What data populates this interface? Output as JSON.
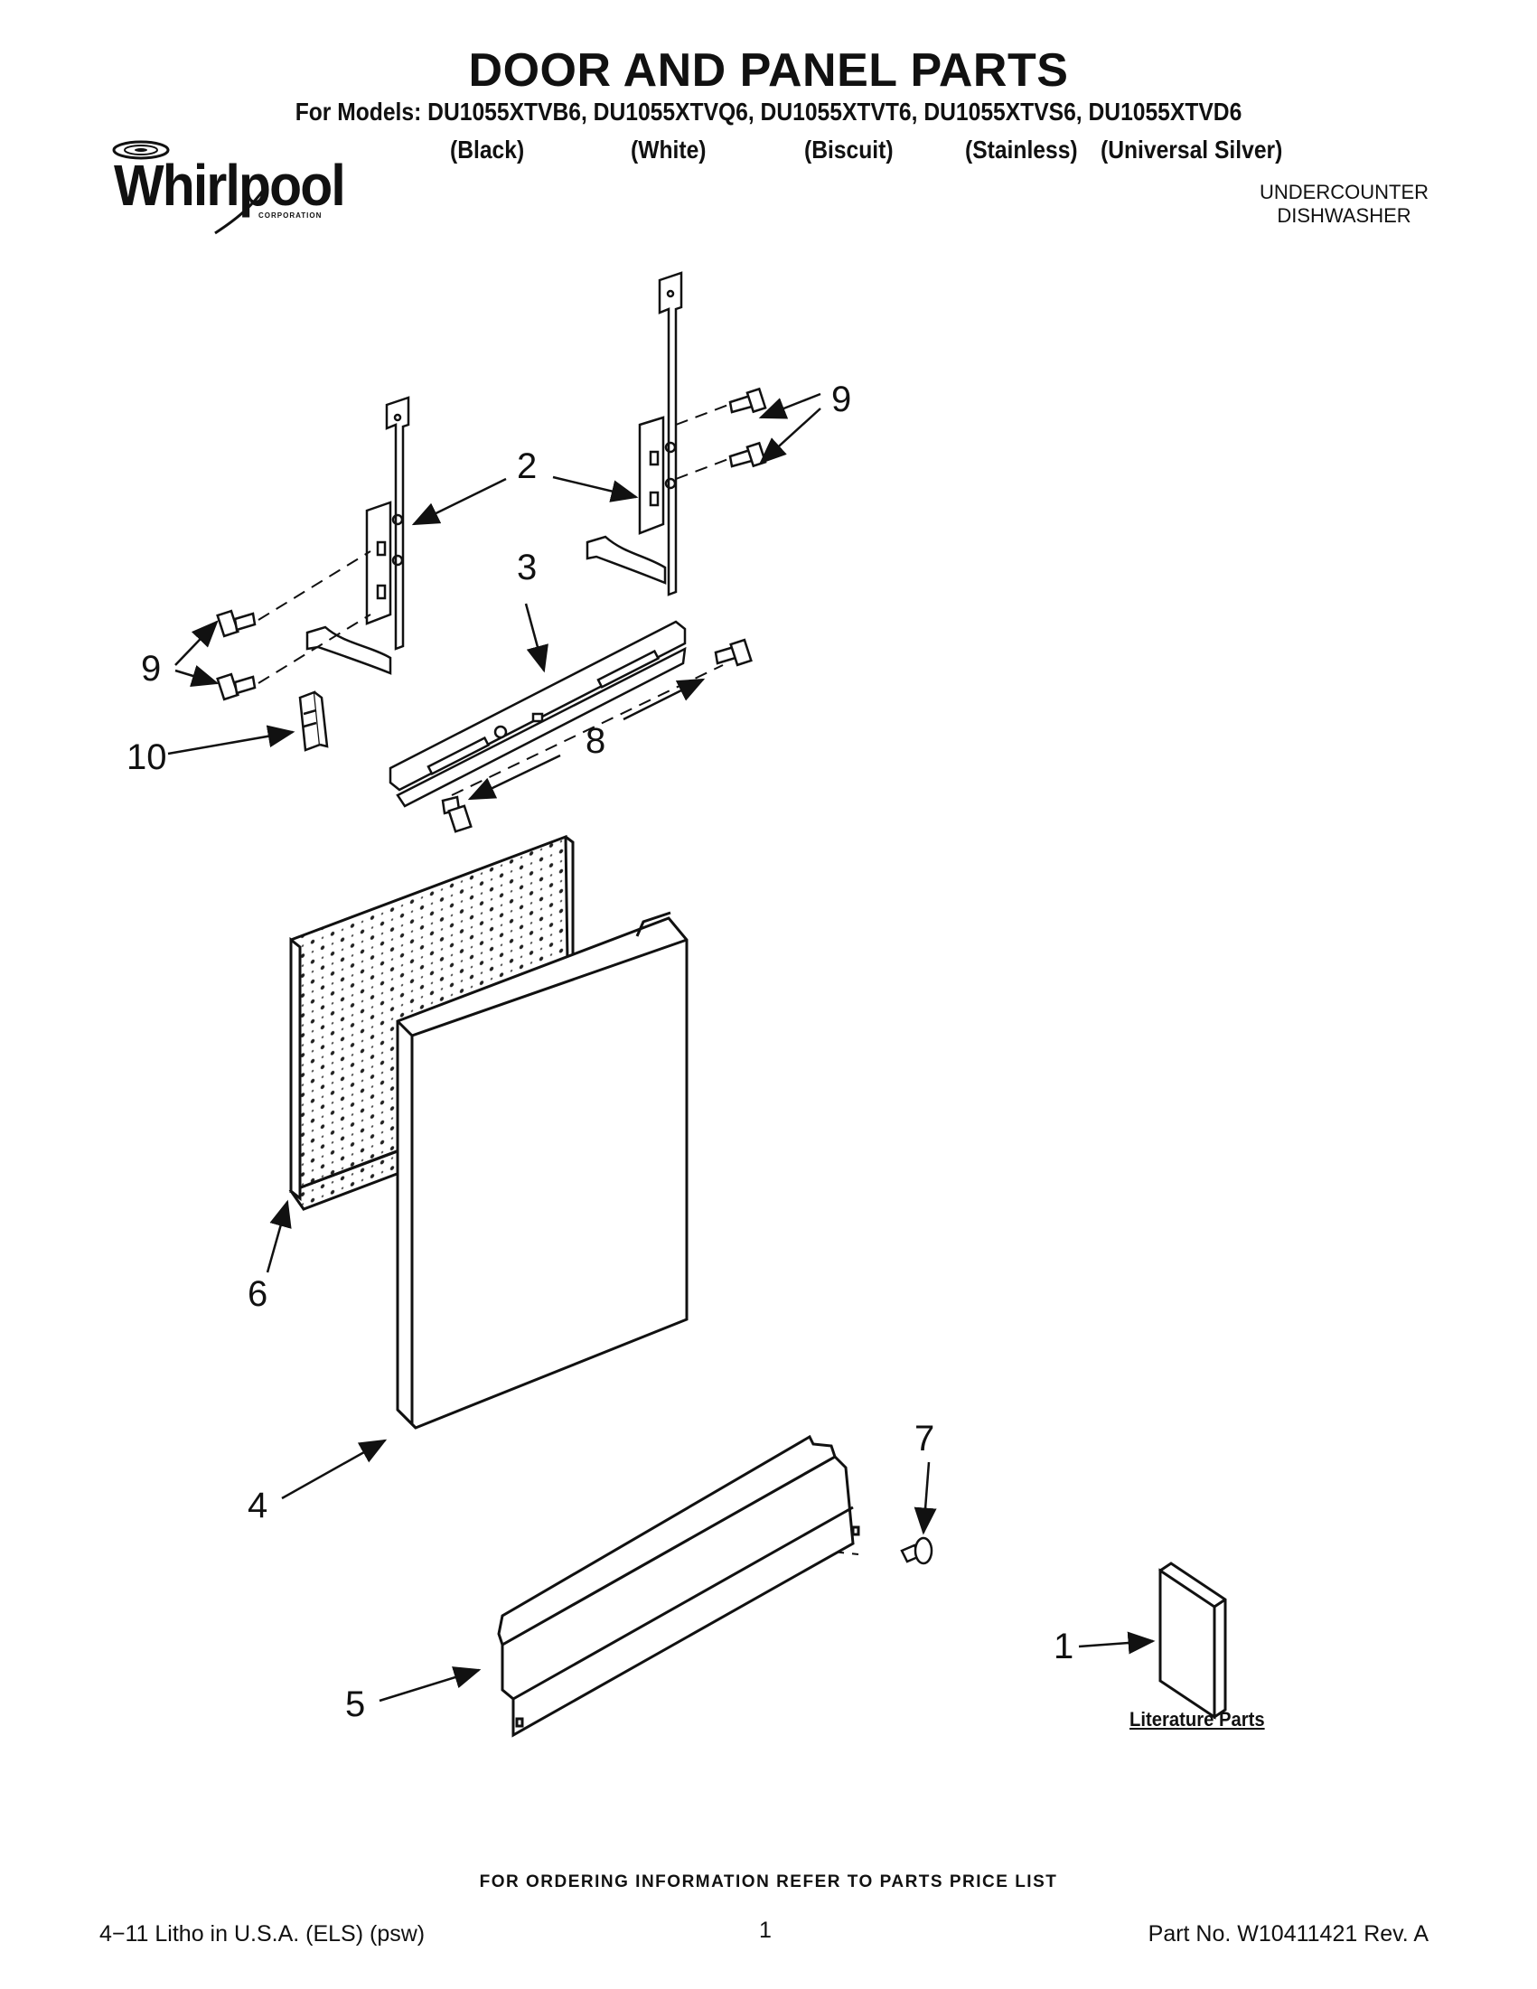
{
  "header": {
    "title": "DOOR AND PANEL PARTS",
    "models_line": "For Models: DU1055XTVB6, DU1055XTVQ6, DU1055XTVT6, DU1055XTVS6, DU1055XTVD6",
    "colors": [
      "(Black)",
      "(White)",
      "(Biscuit)",
      "(Stainless)",
      "(Universal Silver)"
    ],
    "product_type_line1": "UNDERCOUNTER",
    "product_type_line2": "DISHWASHER"
  },
  "logo": {
    "brand": "Whirlpool",
    "corporation": "CORPORATION"
  },
  "callouts": {
    "c1": "1",
    "c2": "2",
    "c3": "3",
    "c4": "4",
    "c5": "5",
    "c6": "6",
    "c7": "7",
    "c8": "8",
    "c9_top": "9",
    "c9_left": "9",
    "c10": "10"
  },
  "literature_label": "Literature Parts",
  "footer": {
    "ordering_info": "FOR ORDERING INFORMATION REFER TO PARTS PRICE LIST",
    "litho": "4−11 Litho in U.S.A. (ELS) (psw)",
    "page_number": "1",
    "part_number": "Part No. W10411421 Rev. A"
  }
}
